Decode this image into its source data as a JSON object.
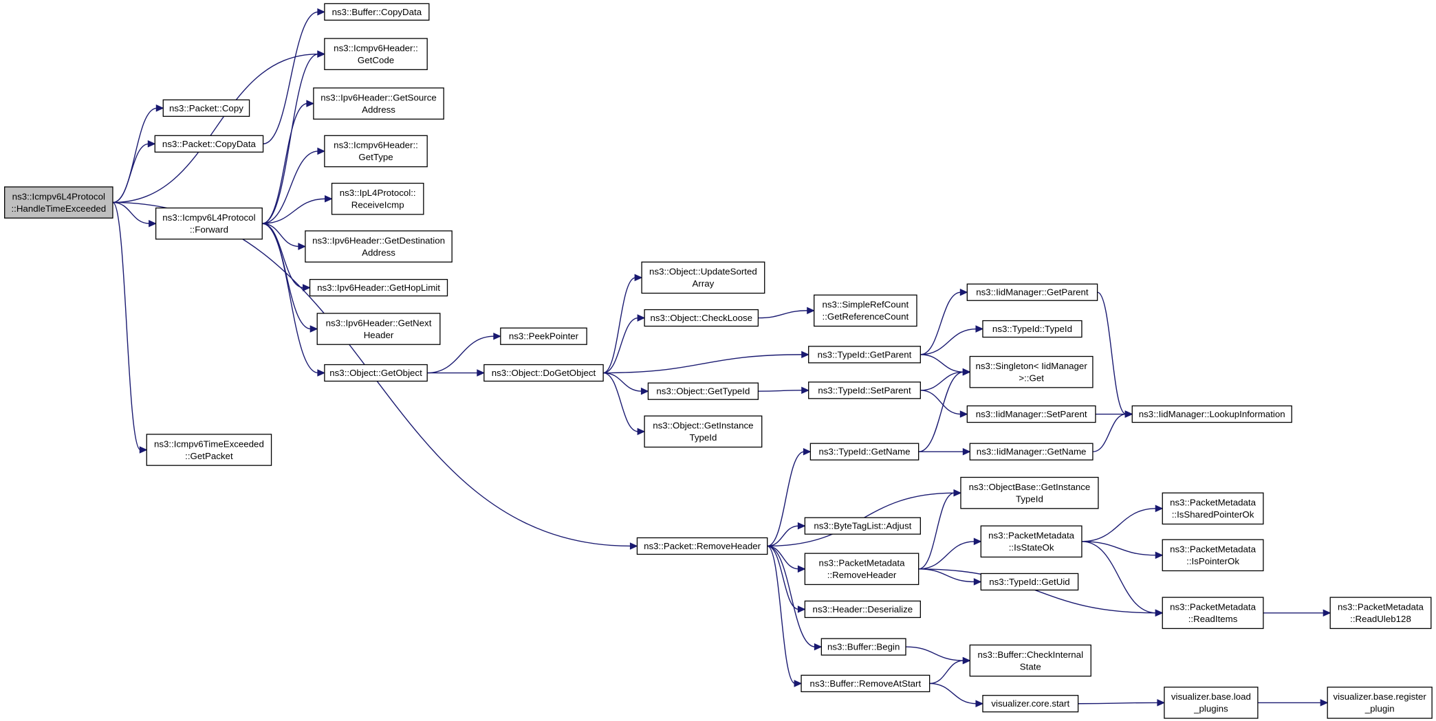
{
  "graph": {
    "colors": {
      "edge": "#191970",
      "node_border": "#000000",
      "root_fill": "#bfbfbf",
      "node_fill": "#ffffff"
    },
    "nodes": [
      {
        "id": "handle",
        "lines": [
          "ns3::Icmpv6L4Protocol",
          "::HandleTimeExceeded"
        ],
        "root": true
      },
      {
        "id": "pcopy",
        "lines": [
          "ns3::Packet::Copy"
        ]
      },
      {
        "id": "pcopydata",
        "lines": [
          "ns3::Packet::CopyData"
        ]
      },
      {
        "id": "forward",
        "lines": [
          "ns3::Icmpv6L4Protocol",
          "::Forward"
        ]
      },
      {
        "id": "getpacket",
        "lines": [
          "ns3::Icmpv6TimeExceeded",
          "::GetPacket"
        ]
      },
      {
        "id": "bcopydata",
        "lines": [
          "ns3::Buffer::CopyData"
        ]
      },
      {
        "id": "getcode",
        "lines": [
          "ns3::Icmpv6Header::",
          "GetCode"
        ]
      },
      {
        "id": "getsrc",
        "lines": [
          "ns3::Ipv6Header::GetSource",
          "Address"
        ]
      },
      {
        "id": "gettype",
        "lines": [
          "ns3::Icmpv6Header::",
          "GetType"
        ]
      },
      {
        "id": "recvicmp",
        "lines": [
          "ns3::IpL4Protocol::",
          "ReceiveIcmp"
        ]
      },
      {
        "id": "getdst",
        "lines": [
          "ns3::Ipv6Header::GetDestination",
          "Address"
        ]
      },
      {
        "id": "gethop",
        "lines": [
          "ns3::Ipv6Header::GetHopLimit"
        ]
      },
      {
        "id": "getnext",
        "lines": [
          "ns3::Ipv6Header::GetNext",
          "Header"
        ]
      },
      {
        "id": "getobject",
        "lines": [
          "ns3::Object::GetObject"
        ]
      },
      {
        "id": "peek",
        "lines": [
          "ns3::PeekPointer"
        ]
      },
      {
        "id": "dogetobject",
        "lines": [
          "ns3::Object::DoGetObject"
        ]
      },
      {
        "id": "updsorted",
        "lines": [
          "ns3::Object::UpdateSorted",
          "Array"
        ]
      },
      {
        "id": "checkloose",
        "lines": [
          "ns3::Object::CheckLoose"
        ]
      },
      {
        "id": "getrefcount",
        "lines": [
          "ns3::SimpleRefCount",
          "::GetReferenceCount"
        ]
      },
      {
        "id": "objgettypeid",
        "lines": [
          "ns3::Object::GetTypeId"
        ]
      },
      {
        "id": "getinsttypeid",
        "lines": [
          "ns3::Object::GetInstance",
          "TypeId"
        ]
      },
      {
        "id": "tgetparent",
        "lines": [
          "ns3::TypeId::GetParent"
        ]
      },
      {
        "id": "tsetparent",
        "lines": [
          "ns3::TypeId::SetParent"
        ]
      },
      {
        "id": "iidgetparent",
        "lines": [
          "ns3::IidManager::GetParent"
        ]
      },
      {
        "id": "typeidtypeid",
        "lines": [
          "ns3::TypeId::TypeId"
        ]
      },
      {
        "id": "singleton",
        "lines": [
          "ns3::Singleton< IidManager",
          ">::Get"
        ]
      },
      {
        "id": "iidsetparent",
        "lines": [
          "ns3::IidManager::SetParent"
        ]
      },
      {
        "id": "lookup",
        "lines": [
          "ns3::IidManager::LookupInformation"
        ]
      },
      {
        "id": "tgetname",
        "lines": [
          "ns3::TypeId::GetName"
        ]
      },
      {
        "id": "iidgetname",
        "lines": [
          "ns3::IidManager::GetName"
        ]
      },
      {
        "id": "removeheader",
        "lines": [
          "ns3::Packet::RemoveHeader"
        ]
      },
      {
        "id": "objbase",
        "lines": [
          "ns3::ObjectBase::GetInstance",
          "TypeId"
        ]
      },
      {
        "id": "adjust",
        "lines": [
          "ns3::ByteTagList::Adjust"
        ]
      },
      {
        "id": "pmremove",
        "lines": [
          "ns3::PacketMetadata",
          "::RemoveHeader"
        ]
      },
      {
        "id": "isstateok",
        "lines": [
          "ns3::PacketMetadata",
          "::IsStateOk"
        ]
      },
      {
        "id": "issharedok",
        "lines": [
          "ns3::PacketMetadata",
          "::IsSharedPointerOk"
        ]
      },
      {
        "id": "ispointerok",
        "lines": [
          "ns3::PacketMetadata",
          "::IsPointerOk"
        ]
      },
      {
        "id": "getuid",
        "lines": [
          "ns3::TypeId::GetUid"
        ]
      },
      {
        "id": "readitems",
        "lines": [
          "ns3::PacketMetadata",
          "::ReadItems"
        ]
      },
      {
        "id": "readuleb",
        "lines": [
          "ns3::PacketMetadata",
          "::ReadUleb128"
        ]
      },
      {
        "id": "deserialize",
        "lines": [
          "ns3::Header::Deserialize"
        ]
      },
      {
        "id": "bbegin",
        "lines": [
          "ns3::Buffer::Begin"
        ]
      },
      {
        "id": "checkinternal",
        "lines": [
          "ns3::Buffer::CheckInternal",
          "State"
        ]
      },
      {
        "id": "removeatstart",
        "lines": [
          "ns3::Buffer::RemoveAtStart"
        ]
      },
      {
        "id": "vcorestart",
        "lines": [
          "visualizer.core.start"
        ]
      },
      {
        "id": "loadplugins",
        "lines": [
          "visualizer.base.load",
          "_plugins"
        ]
      },
      {
        "id": "registerplugin",
        "lines": [
          "visualizer.base.register",
          "_plugin"
        ]
      }
    ],
    "edges": [
      [
        "handle",
        "pcopy"
      ],
      [
        "handle",
        "pcopydata"
      ],
      [
        "handle",
        "getcode"
      ],
      [
        "handle",
        "forward"
      ],
      [
        "handle",
        "removeheader"
      ],
      [
        "handle",
        "getpacket"
      ],
      [
        "pcopydata",
        "bcopydata"
      ],
      [
        "forward",
        "getcode"
      ],
      [
        "forward",
        "getsrc"
      ],
      [
        "forward",
        "gettype"
      ],
      [
        "forward",
        "recvicmp"
      ],
      [
        "forward",
        "getdst"
      ],
      [
        "forward",
        "gethop"
      ],
      [
        "forward",
        "getnext"
      ],
      [
        "forward",
        "getobject"
      ],
      [
        "getobject",
        "peek"
      ],
      [
        "getobject",
        "dogetobject"
      ],
      [
        "dogetobject",
        "updsorted"
      ],
      [
        "dogetobject",
        "checkloose"
      ],
      [
        "dogetobject",
        "tgetparent"
      ],
      [
        "dogetobject",
        "objgettypeid"
      ],
      [
        "dogetobject",
        "getinsttypeid"
      ],
      [
        "checkloose",
        "getrefcount"
      ],
      [
        "tgetparent",
        "iidgetparent"
      ],
      [
        "tgetparent",
        "typeidtypeid"
      ],
      [
        "tgetparent",
        "singleton"
      ],
      [
        "iidgetparent",
        "lookup"
      ],
      [
        "objgettypeid",
        "tsetparent"
      ],
      [
        "tsetparent",
        "singleton"
      ],
      [
        "tsetparent",
        "iidsetparent"
      ],
      [
        "iidsetparent",
        "lookup"
      ],
      [
        "tgetname",
        "singleton"
      ],
      [
        "tgetname",
        "iidgetname"
      ],
      [
        "iidgetname",
        "lookup"
      ],
      [
        "removeheader",
        "tgetname"
      ],
      [
        "removeheader",
        "objbase"
      ],
      [
        "removeheader",
        "adjust"
      ],
      [
        "removeheader",
        "pmremove"
      ],
      [
        "removeheader",
        "deserialize"
      ],
      [
        "removeheader",
        "bbegin"
      ],
      [
        "removeheader",
        "removeatstart"
      ],
      [
        "pmremove",
        "objbase"
      ],
      [
        "pmremove",
        "isstateok"
      ],
      [
        "pmremove",
        "getuid"
      ],
      [
        "pmremove",
        "readitems"
      ],
      [
        "isstateok",
        "issharedok"
      ],
      [
        "isstateok",
        "ispointerok"
      ],
      [
        "isstateok",
        "readitems"
      ],
      [
        "readitems",
        "readuleb"
      ],
      [
        "bbegin",
        "checkinternal"
      ],
      [
        "removeatstart",
        "checkinternal"
      ],
      [
        "removeatstart",
        "vcorestart"
      ],
      [
        "vcorestart",
        "loadplugins"
      ],
      [
        "loadplugins",
        "registerplugin"
      ]
    ]
  }
}
